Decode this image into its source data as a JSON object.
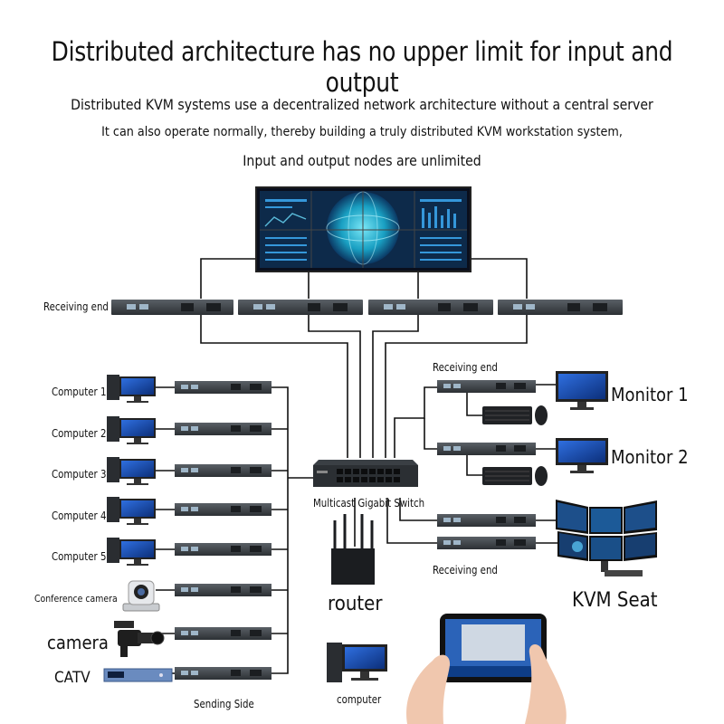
{
  "header": {
    "title": "Distributed architecture has no upper limit for input and output",
    "line1": "Distributed KVM systems use a decentralized network architecture without a central server",
    "line2": "It can also operate normally, thereby building a truly distributed KVM workstation system,",
    "line3": "Input and output nodes are unlimited"
  },
  "labels": {
    "receiving_end_top": "Receiving end",
    "receiving_end_right_top": "Receiving end",
    "receiving_end_right_bottom": "Receiving end",
    "switch": "Multicast Gigabit Switch",
    "router": "router",
    "computer": "computer",
    "sending_side": "Sending Side",
    "monitor1": "Monitor 1",
    "monitor2": "Monitor 2",
    "kvm_seat": "KVM Seat"
  },
  "sources": [
    {
      "label": "Computer 1"
    },
    {
      "label": "Computer 2"
    },
    {
      "label": "Computer 3"
    },
    {
      "label": "Computer 4"
    },
    {
      "label": "Computer 5"
    },
    {
      "label": "Conference camera"
    },
    {
      "label": "camera"
    },
    {
      "label": "CATV"
    }
  ],
  "colors": {
    "device": "#3d4247",
    "screen": "#1a4aa8",
    "line": "#111111"
  }
}
